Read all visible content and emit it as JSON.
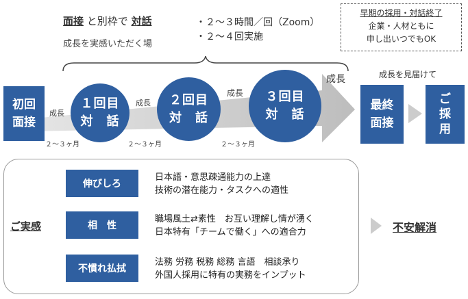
{
  "top": {
    "heading_main": "面接",
    "heading_mid": " と別枠で ",
    "heading_dialog": "対話",
    "subheading": "成長を実感いただく場",
    "bullet1": "・２〜３時間／回（Zoom）",
    "bullet2": "・２〜４回実施",
    "note_title": "早期の採用・対話終了",
    "note_line1": "企業・人材ともに",
    "note_line2": "申し出いつでもOK"
  },
  "flow": {
    "first_interview_line1": "初回",
    "first_interview_line2": "面接",
    "growth1": "成長",
    "growth2": "成長",
    "growth3": "成長",
    "growth4": "成長",
    "period1": "２〜３ヶ月",
    "period2": "２〜３ヶ月",
    "period3": "２〜３ヶ月",
    "dialog1_line1": "１回目",
    "dialog1_line2": "対　話",
    "dialog2_line1": "２回目",
    "dialog2_line2": "対　話",
    "dialog3_line1": "３回目",
    "dialog3_line2": "対　話",
    "watch_growth": "成長を見届けて",
    "final_line1": "最終",
    "final_line2": "面接",
    "hire_line1": "ご",
    "hire_line2": "採",
    "hire_line3": "用"
  },
  "bottom": {
    "realize": "ご実感",
    "rows": [
      {
        "category": "伸びしろ",
        "line1": "日本語・意思疎通能力の上達",
        "line2": "技術の潜在能力・タスクへの適性"
      },
      {
        "category": "相　性",
        "line1": "職場風土⇄素性　お互い理解し情が湧く",
        "line2": "日本特有「チームで働く」への適合力"
      },
      {
        "category": "不慣れ払拭",
        "line1": "法務 労務 税務 総務 言語　相談承り",
        "line2": "外国人採用に特有の実務をインプット"
      }
    ],
    "result": "不安解消"
  },
  "colors": {
    "primary": "#2f5fa0",
    "arrow_gray": "#cccccc"
  }
}
